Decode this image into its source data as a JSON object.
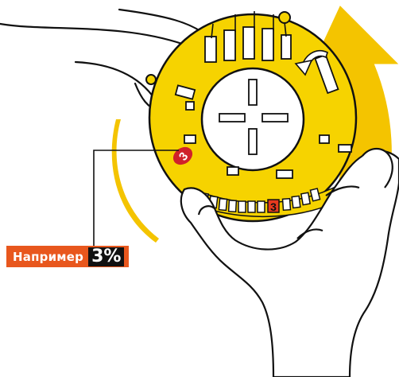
{
  "colors": {
    "dial_yellow": "#f6d300",
    "arrow_yellow": "#f4c400",
    "outline": "#111111",
    "callout_orange": "#e8571d",
    "marker_red": "#d0212a",
    "window_red": "#e63a1e"
  },
  "dial": {
    "marker_value": "3",
    "window_value": "3",
    "icons": [
      "crosshair-icon",
      "rotate-arrow-icon",
      "hand-icon"
    ]
  },
  "callout": {
    "word": "Например",
    "value": "3%"
  }
}
